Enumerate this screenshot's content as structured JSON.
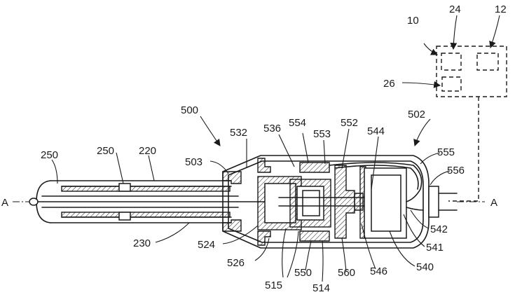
{
  "labels": {
    "n10": "10",
    "n24": "24",
    "n12": "12",
    "n26": "26",
    "n500": "500",
    "n502": "502",
    "n532": "532",
    "n536": "536",
    "n554": "554",
    "n553": "553",
    "n552": "552",
    "n544": "544",
    "n555": "555",
    "n556": "556",
    "n503": "503",
    "n250a": "250",
    "n250b": "250",
    "n220": "220",
    "A_left": "A",
    "A_right": "A",
    "n542": "542",
    "n541": "541",
    "n540": "540",
    "n230": "230",
    "n524": "524",
    "n526": "526",
    "n515": "515",
    "n550": "550",
    "n514": "514",
    "n560": "560",
    "n546": "546"
  }
}
